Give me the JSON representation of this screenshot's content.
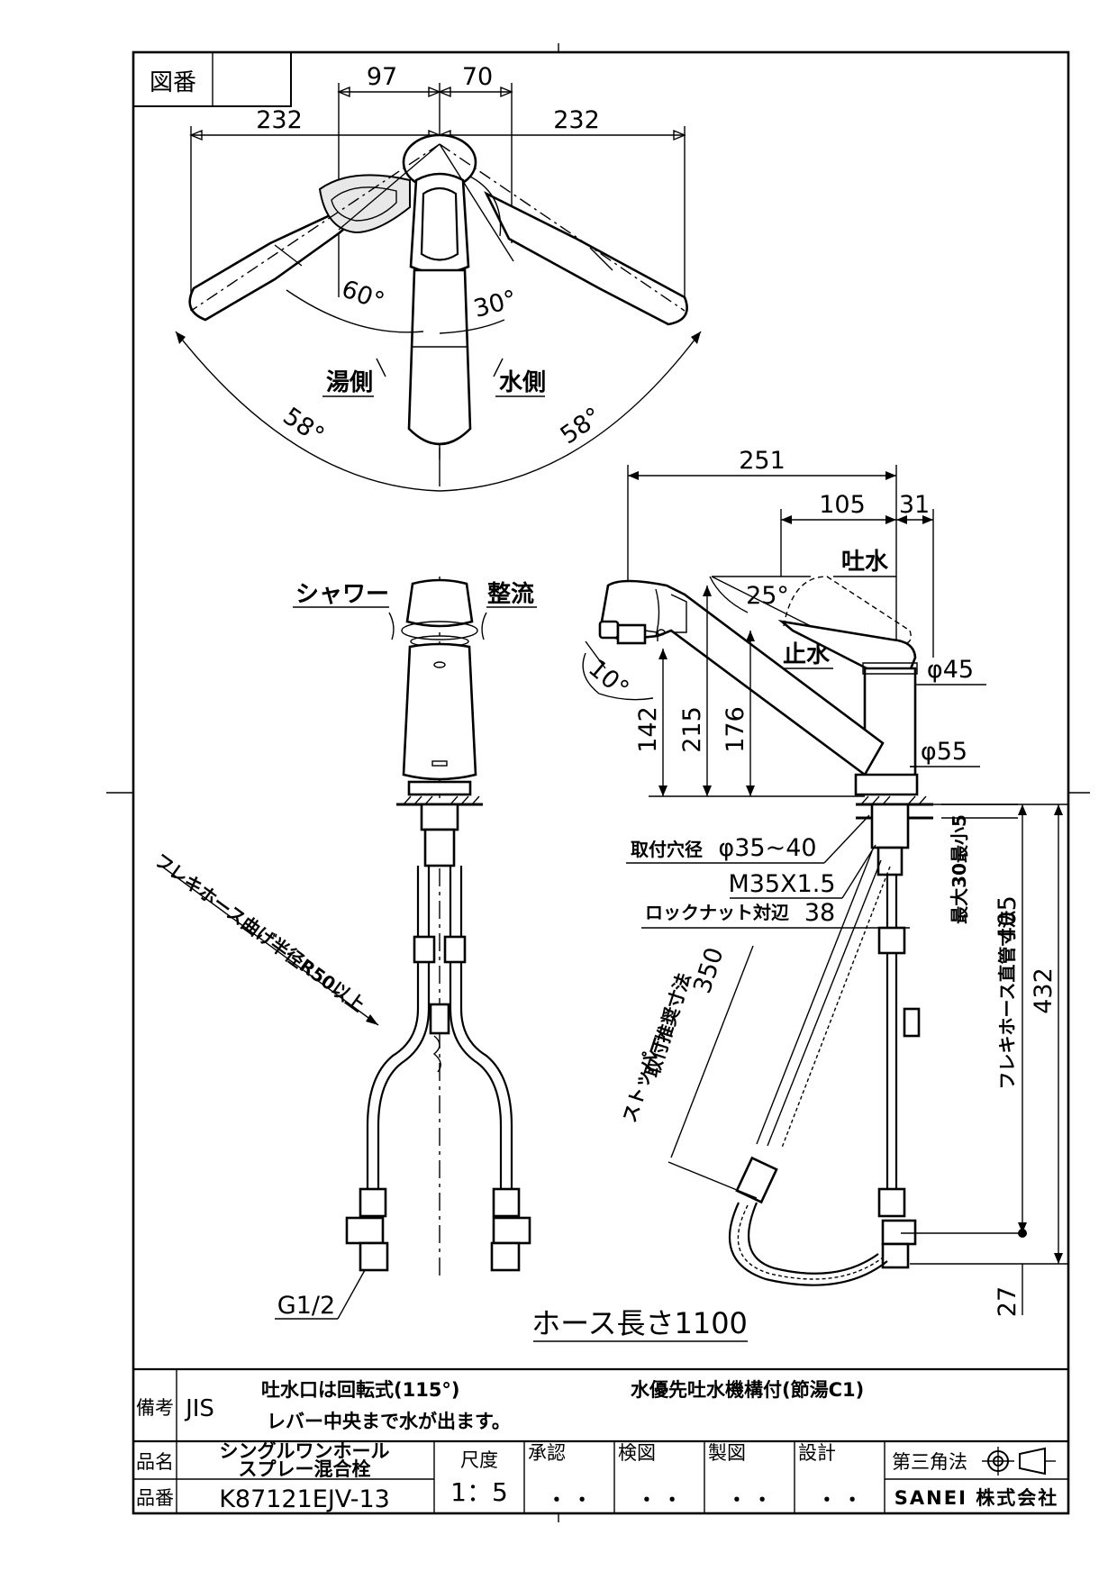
{
  "header": {
    "zuban_label": "図番"
  },
  "dims_top": {
    "d97": "97",
    "d70": "70",
    "d232_left": "232",
    "d232_right": "232",
    "a60": "60°",
    "a30": "30°",
    "a58_left": "58°",
    "a58_right": "58°",
    "hot_side": "湯側",
    "cold_side": "水側"
  },
  "dims_side": {
    "d251": "251",
    "d105": "105",
    "d31": "31",
    "tosui": "吐水",
    "a25": "25°",
    "shisui": "止水",
    "phi45": "φ45",
    "a10": "10°",
    "d142": "142",
    "d215": "215",
    "d176": "176",
    "phi55": "φ55"
  },
  "front": {
    "shower": "シャワー",
    "seiryu": "整流",
    "flex_bend": "フレキホース曲げ半径R50以上",
    "g12": "G1/2"
  },
  "install": {
    "hole_label": "取付穴径",
    "hole_value": "φ35~40",
    "thread": "M35X1.5",
    "nut_label": "ロックナット対辺",
    "nut_value": "38",
    "max_thickness": "最大30最小5",
    "flex_straight": "フレキホース直管寸法",
    "d405": "405",
    "d432": "432",
    "d27": "27",
    "stopper_1": "ストッパー",
    "stopper_2": "取付推奨寸法",
    "d350": "350",
    "hose_length": "ホース長さ1100"
  },
  "notes": {
    "biko_label": "備考",
    "jis": "JIS",
    "note1": "吐水口は回転式(115°)",
    "note2": "レバー中央まで水が出ます。",
    "note3": "水優先吐水機構付(節湯C1)"
  },
  "titleblock": {
    "hinmei_label": "品名",
    "hinmei_1": "シングルワンホール",
    "hinmei_2": "スプレー混合栓",
    "hinban_label": "品番",
    "hinban": "K87121EJV-13",
    "shakudo_label": "尺度",
    "shakudo": "1：5",
    "shonin": "承認",
    "kenzu": "検図",
    "seizu": "製図",
    "sekkei": "設計",
    "dots": "・ ・",
    "projection": "第三角法",
    "company": "SANEI 株式会社"
  }
}
